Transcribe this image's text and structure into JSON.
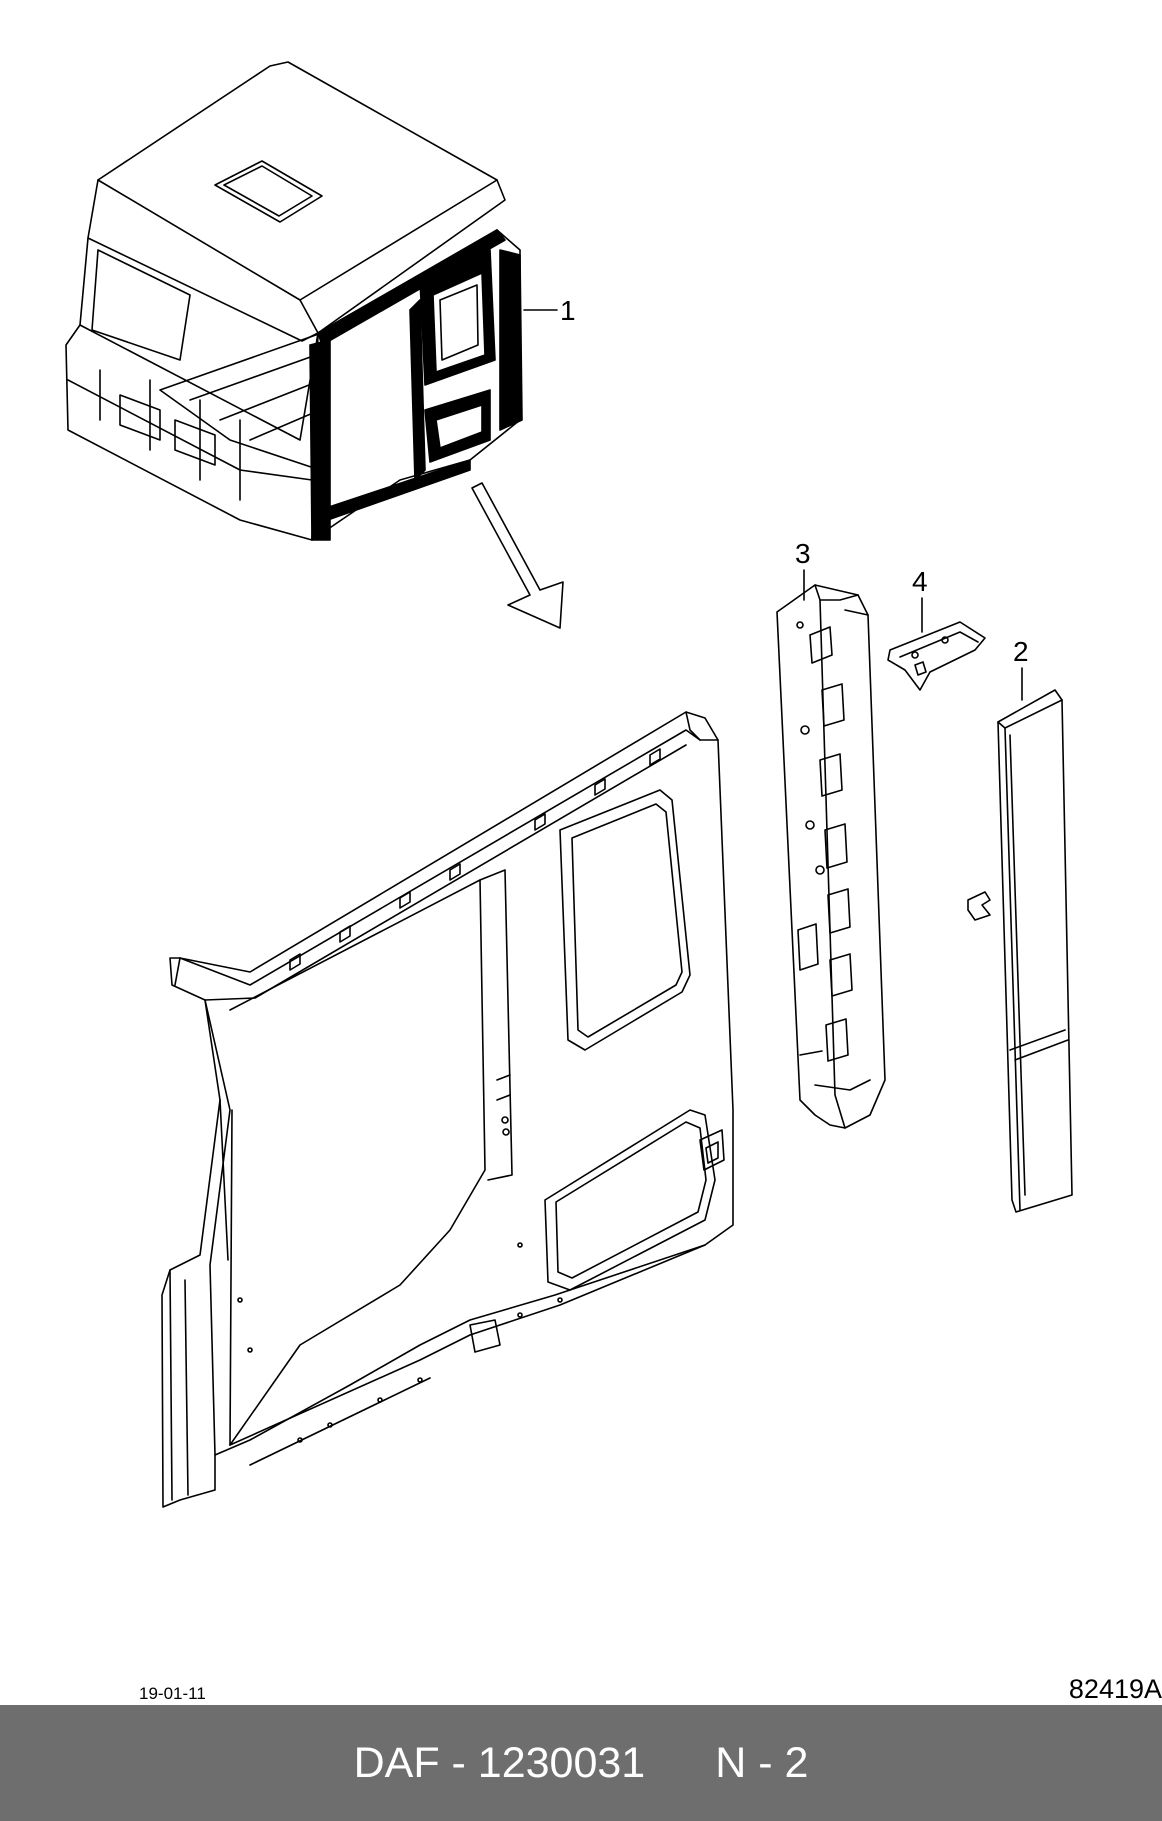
{
  "callouts": {
    "c1": "1",
    "c2": "2",
    "c3": "3",
    "c4": "4"
  },
  "date": "19-01-11",
  "reference": "82419A",
  "footer": {
    "brand_part": "DAF - 1230031",
    "page": "N - 2"
  }
}
